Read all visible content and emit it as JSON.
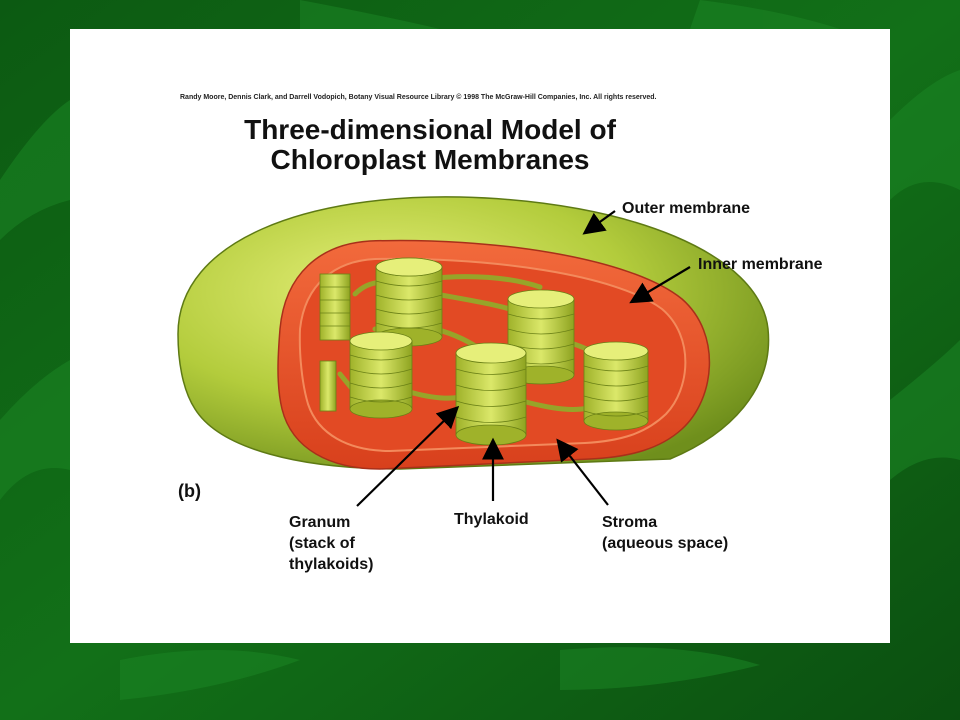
{
  "figure": {
    "credit": "Randy Moore, Dennis Clark, and Darrell Vodopich, Botany Visual Resource Library © 1998 The McGraw-Hill Companies, Inc. All rights reserved.",
    "title_line1": "Three-dimensional Model of",
    "title_line2": "Chloroplast Membranes",
    "panel_letter": "(b)"
  },
  "labels": {
    "outer_membrane": "Outer membrane",
    "inner_membrane": "Inner membrane",
    "granum_line1": "Granum",
    "granum_line2": "(stack of",
    "granum_line3": "thylakoids)",
    "thylakoid": "Thylakoid",
    "stroma_line1": "Stroma",
    "stroma_line2": "(aqueous space)"
  },
  "colors": {
    "slide_background": "#0f5a14",
    "outer_membrane": "#a8c43a",
    "inner_membrane": "#e8502a",
    "granum": "#c8d84a"
  }
}
